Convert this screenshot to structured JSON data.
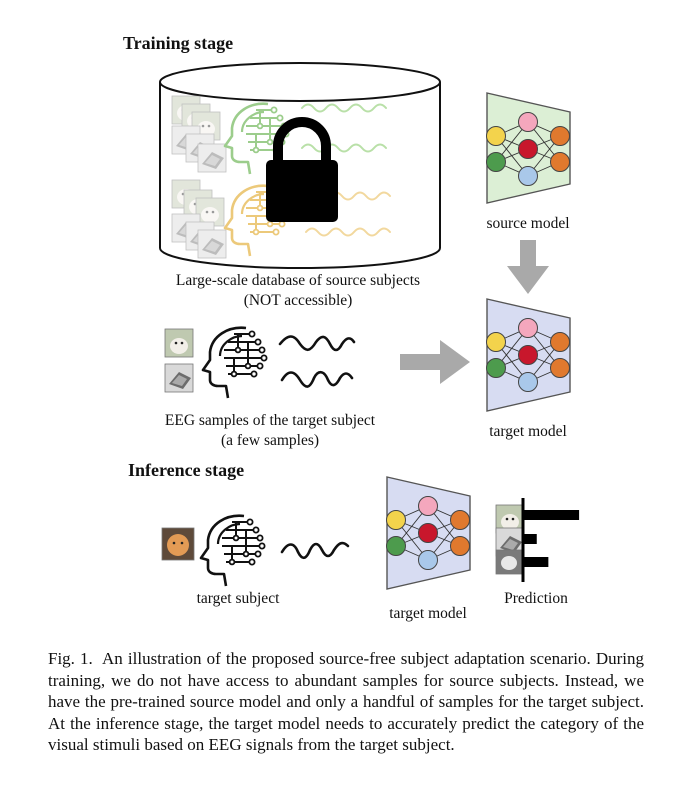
{
  "figure": {
    "training_title": "Training stage",
    "database_label_line1": "Large-scale database of source subjects",
    "database_label_line2": "(NOT accessible)",
    "source_model_label": "source model",
    "target_samples_line1": "EEG samples of the target subject",
    "target_samples_line2": "(a few samples)",
    "target_model_label_training": "target model",
    "inference_title": "Inference stage",
    "target_subject_label": "target subject",
    "target_model_label_inference": "target model",
    "prediction_label": "Prediction",
    "prediction_bars": [
      0.95,
      0.22,
      0.42
    ],
    "colors": {
      "source_model_fill": "#dcefd5",
      "target_model_fill": "#d7dcf2",
      "node_yellow": "#f3d34c",
      "node_green": "#4d9b4d",
      "node_pink": "#f4a7bd",
      "node_red": "#c8172c",
      "node_blue": "#a9c8ea",
      "node_orange": "#e0792e",
      "arrow_gray": "#a9a9a9"
    }
  },
  "caption": {
    "label": "Fig. 1.",
    "text": "An illustration of the proposed source-free subject adaptation scenario. During training, we do not have access to abundant samples for source subjects. Instead, we have the pre-trained source model and only a handful of samples for the target subject. At the inference stage, the target model needs to accurately predict the category of the visual stimuli based on EEG signals from the target subject."
  }
}
